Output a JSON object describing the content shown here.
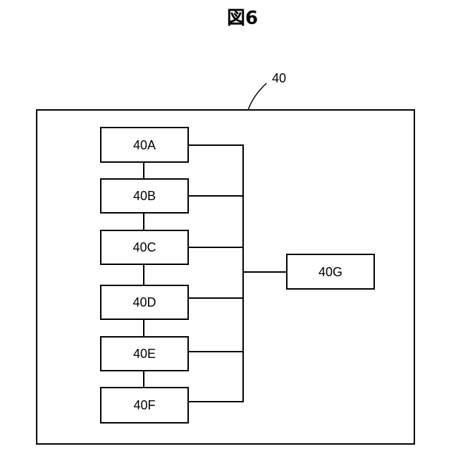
{
  "figure": {
    "caption": "図6",
    "reference": "40"
  },
  "blocks": [
    {
      "id": "a",
      "label": "40A"
    },
    {
      "id": "b",
      "label": "40B"
    },
    {
      "id": "c",
      "label": "40C"
    },
    {
      "id": "d",
      "label": "40D"
    },
    {
      "id": "e",
      "label": "40E"
    },
    {
      "id": "f",
      "label": "40F"
    },
    {
      "id": "g",
      "label": "40G"
    }
  ]
}
